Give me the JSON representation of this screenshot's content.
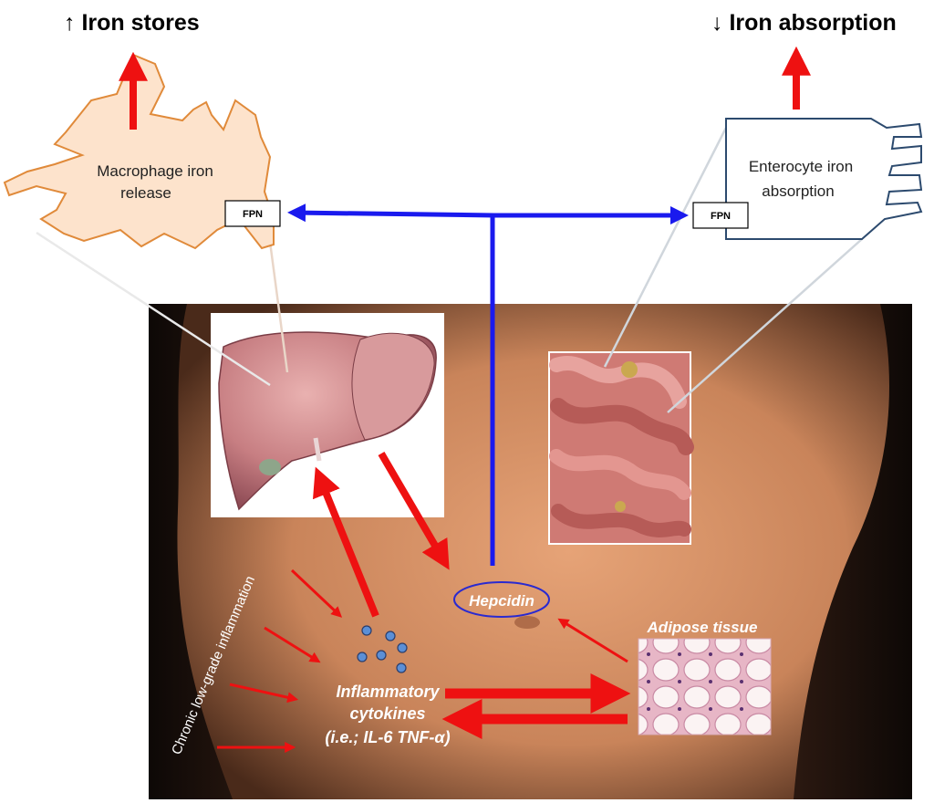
{
  "labels": {
    "iron_stores": "Iron stores",
    "iron_absorption": "Iron absorption",
    "macrophage_line1": "Macrophage iron",
    "macrophage_line2": "release",
    "enterocyte_line1": "Enterocyte iron",
    "enterocyte_line2": "absorption",
    "fpn_left": "FPN",
    "fpn_right": "FPN",
    "hepcidin": "Hepcidin",
    "adipose": "Adipose tissue",
    "cytokines_line1": "Inflammatory",
    "cytokines_line2": "cytokines",
    "cytokines_line3": "(i.e.; IL-6 TNF-α)",
    "chronic": "Chronic low-grade inflammation"
  },
  "symbols": {
    "up_arrow": "↑",
    "down_arrow": "↓"
  },
  "colors": {
    "red_arrow": "#ee1111",
    "blue_arrow": "#1a1aee",
    "macrophage_fill": "#fde3cc",
    "macrophage_stroke": "#e08a3a",
    "enterocyte_stroke": "#2c4a6e",
    "hepcidin_ring": "#2a2ad0",
    "cytokine_dot": "#5b8fd6",
    "skin": "#d9956a"
  }
}
